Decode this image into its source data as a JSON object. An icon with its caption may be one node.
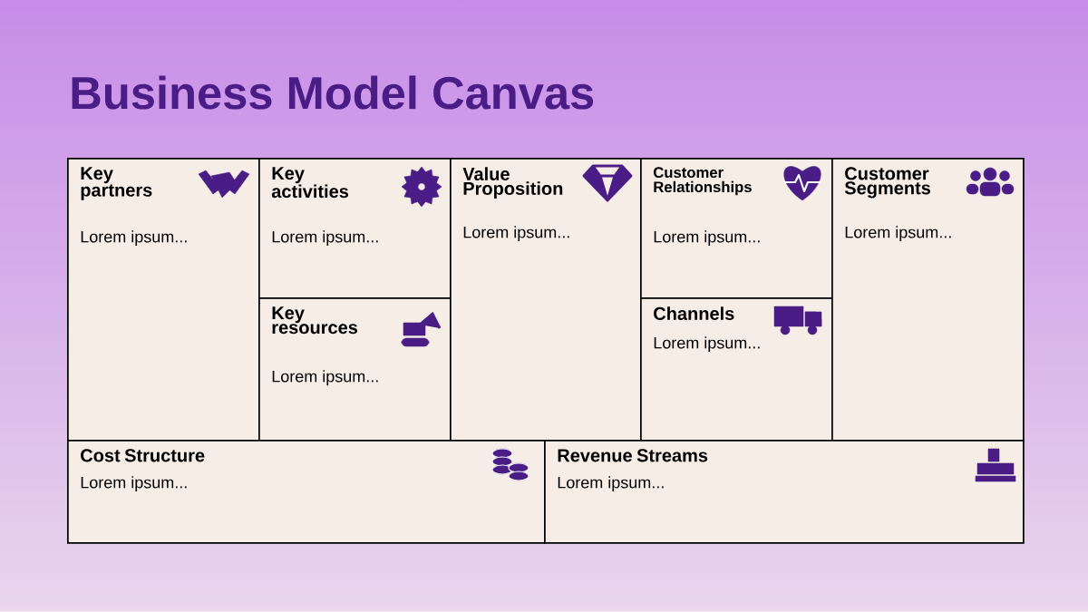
{
  "diagram": {
    "title": "Business Model Canvas",
    "nodes": [
      {
        "text": [
          "Key partners",
          "Lorem ipsum..."
        ]
      },
      {
        "text": [
          "Key activities",
          "Lorem ipsum..."
        ]
      },
      {
        "text": [
          "Key resources",
          "Lorem ipsum..."
        ]
      },
      {
        "text": [
          "Value Proposition",
          "Lorem ipsum..."
        ]
      },
      {
        "text": [
          "Customer Relationships",
          "Lorem ipsum..."
        ]
      },
      {
        "text": [
          "Channels",
          "Lorem ipsum..."
        ]
      },
      {
        "text": [
          "Customer Segments",
          "Lorem ipsum..."
        ]
      },
      {
        "text": [
          "Cost Structure",
          "Lorem ipsum..."
        ]
      },
      {
        "text": [
          "Revenue Streams",
          "Lorem ipsum..."
        ]
      }
    ]
  }
}
